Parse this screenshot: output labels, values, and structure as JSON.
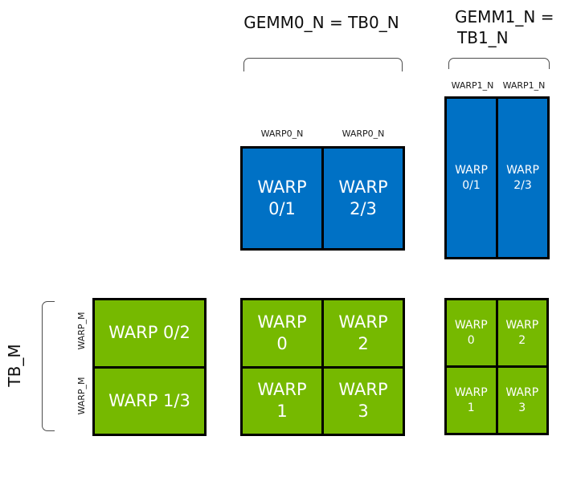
{
  "colors": {
    "blue": "#0071C5",
    "green": "#76B900",
    "bracket": "#4d4d4d",
    "ink": "#000000",
    "box_text": "#ffffff"
  },
  "headings": {
    "gemm0": "GEMM0_N = TB0_N",
    "gemm1_line1": "GEMM1_N =",
    "gemm1_line2": "TB1_N"
  },
  "axis_labels": {
    "tb_m": "TB_M",
    "warp0_n": [
      "WARP0_N",
      "WARP0_N"
    ],
    "warp1_n": [
      "WARP1_N",
      "WARP1_N"
    ],
    "warp_m": [
      "WARP_M",
      "WARP_M"
    ]
  },
  "boxes": {
    "gemm0_accum": {
      "color": "blue",
      "cells": [
        {
          "line1": "WARP",
          "line2": "0/1"
        },
        {
          "line1": "WARP",
          "line2": "2/3"
        }
      ]
    },
    "gemm1_accum": {
      "color": "blue",
      "cells": [
        {
          "line1": "WARP",
          "line2": "0/1"
        },
        {
          "line1": "WARP",
          "line2": "2/3"
        }
      ]
    },
    "tb_m_rows": {
      "color": "green",
      "cells": [
        "WARP 0/2",
        "WARP 1/3"
      ]
    },
    "gemm0_warp_grid": {
      "color": "green",
      "cells": [
        {
          "line1": "WARP",
          "line2": "0"
        },
        {
          "line1": "WARP",
          "line2": "2"
        },
        {
          "line1": "WARP",
          "line2": "1"
        },
        {
          "line1": "WARP",
          "line2": "3"
        }
      ]
    },
    "gemm1_warp_grid": {
      "color": "green",
      "cells": [
        {
          "line1": "WARP",
          "line2": "0"
        },
        {
          "line1": "WARP",
          "line2": "2"
        },
        {
          "line1": "WARP",
          "line2": "1"
        },
        {
          "line1": "WARP",
          "line2": "3"
        }
      ]
    }
  }
}
